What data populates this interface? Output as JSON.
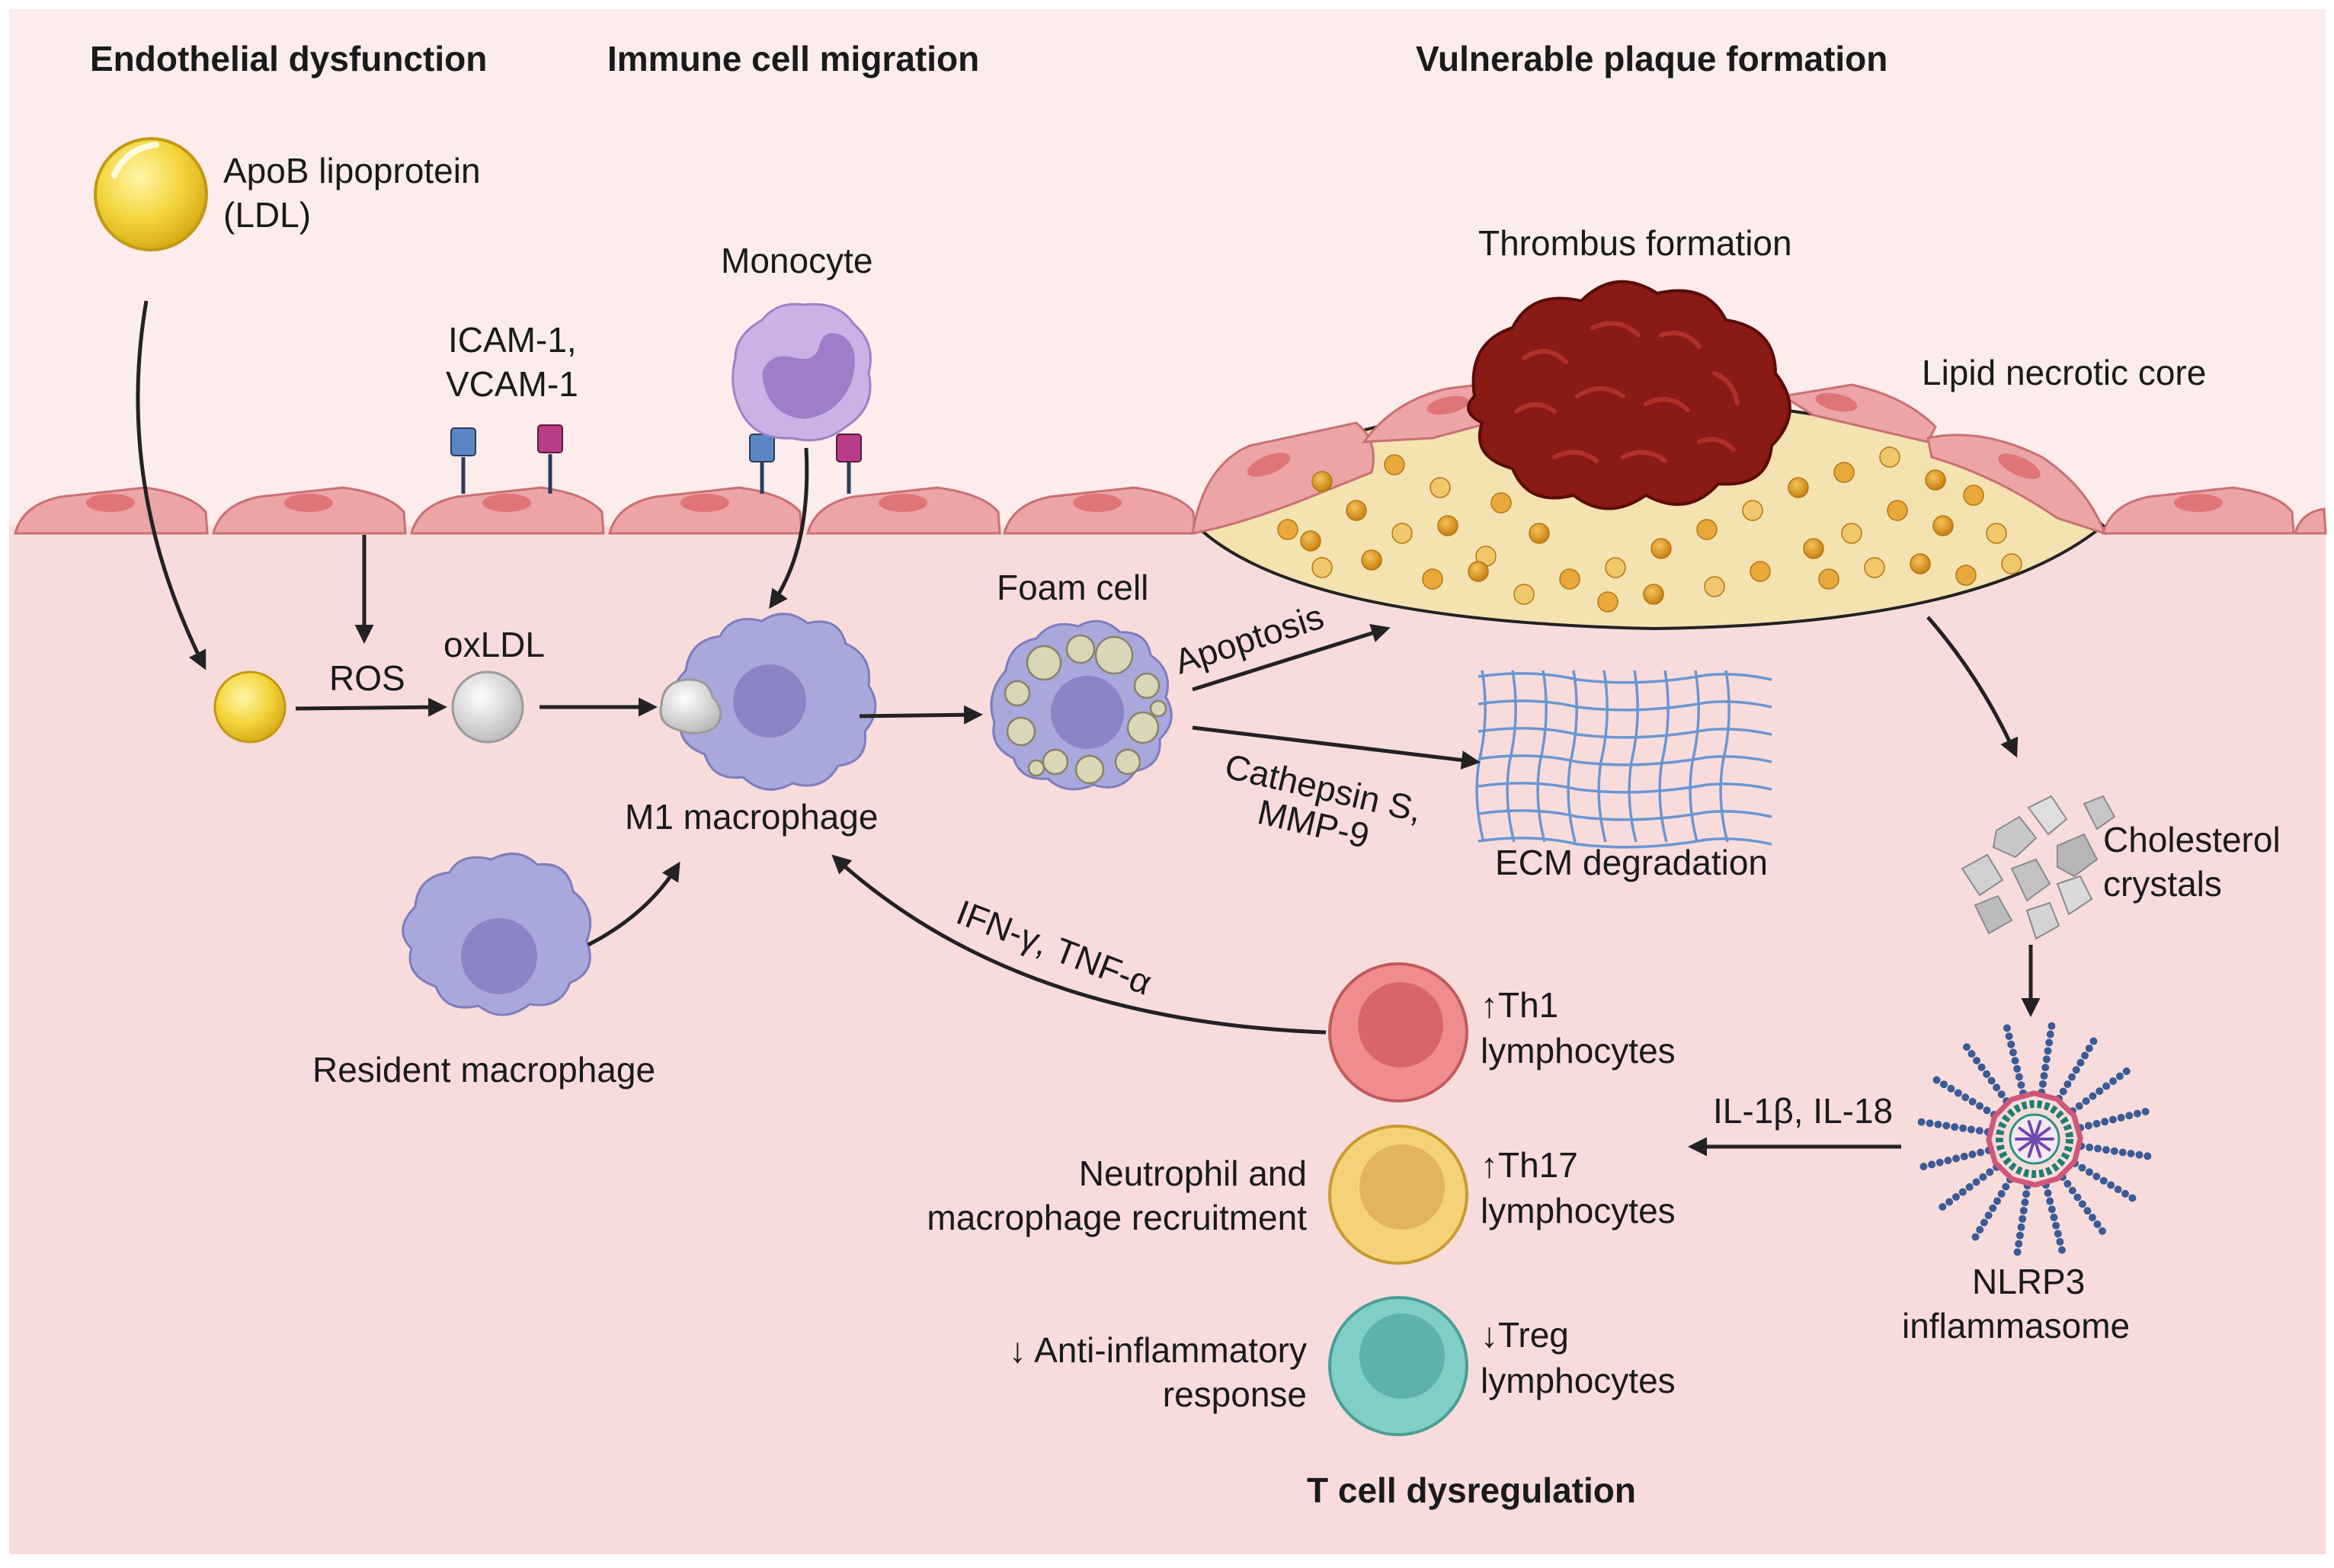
{
  "headers": {
    "endothelial": "Endothelial dysfunction",
    "migration": "Immune cell migration",
    "plaque": "Vulnerable plaque formation",
    "tcell": "T cell dysregulation"
  },
  "labels": {
    "apob_1": "ApoB lipoprotein",
    "apob_2": "(LDL)",
    "icam_1": "ICAM-1,",
    "icam_2": "VCAM-1",
    "monocyte": "Monocyte",
    "ros": "ROS",
    "oxldl": "oxLDL",
    "m1": "M1 macrophage",
    "resident": "Resident macrophage",
    "foam": "Foam cell",
    "apoptosis": "Apoptosis",
    "cathepsin_1": "Cathepsin S,",
    "cathepsin_2": "MMP-9",
    "ecm": "ECM degradation",
    "thrombus": "Thrombus formation",
    "lipid": "Lipid necrotic core",
    "chol_1": "Cholesterol",
    "chol_2": "crystals",
    "nlrp3_1": "NLRP3",
    "nlrp3_2": "inflammasome",
    "il": "IL-1β, IL-18",
    "ifn": "IFN-γ, TNF-α",
    "th1_1": "↑Th1",
    "th1_2": "lymphocytes",
    "th17_1": "↑Th17",
    "th17_2": "lymphocytes",
    "treg_1": "↓Treg",
    "treg_2": "lymphocytes",
    "neut_1": "Neutrophil and",
    "neut_2": "macrophage recruitment",
    "anti_1": "↓ Anti-inflammatory",
    "anti_2": "response"
  },
  "colors": {
    "background_upper": "#fcecec",
    "background_lower": "#f8dcdc",
    "endothelial_cell": "#eda4a6",
    "ldl": "#f3d43a",
    "oxldl": "#d6d6d6",
    "macrophage": "#a9a8dc",
    "monocyte": "#c9b3e6",
    "thrombus": "#8a1a15",
    "necrotic_core": "#f4e2b0",
    "lipid_droplet": "#e09a22",
    "ecm_mesh": "#6a96d3",
    "th1": "#ee8c8e",
    "th17": "#f5d278",
    "treg": "#7fcfc6",
    "receptor_blue": "#5b86c5",
    "receptor_pink": "#b83d86"
  }
}
